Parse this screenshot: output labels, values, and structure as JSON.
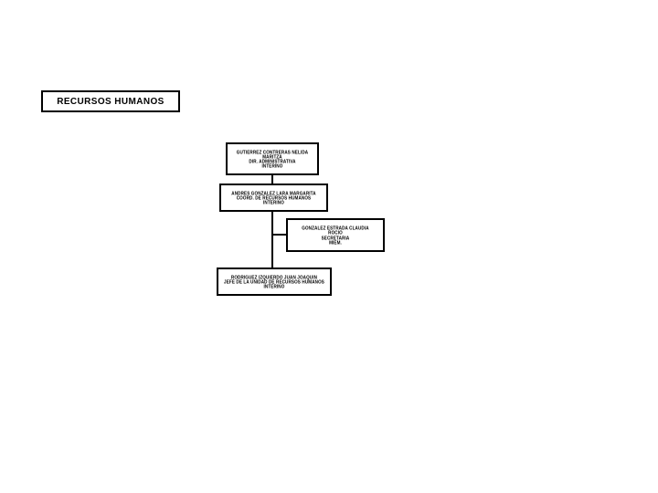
{
  "slide": {
    "title_box": {
      "label": "RECURSOS HUMANOS"
    }
  },
  "chart_data": {
    "type": "diagram",
    "diagram_kind": "organizational-chart",
    "title": "RECURSOS HUMANOS",
    "language": "es",
    "nodes": [
      {
        "id": "direccion",
        "lines": [
          "GUTIERREZ CONTRERAS NELIDA",
          "MARITZA",
          "DIR. ADMINISTRATIVA",
          "INTERINO"
        ]
      },
      {
        "id": "coordinacion",
        "lines": [
          "ANDRES GONZALEZ LARA MARGARITA",
          "COORD. DE RECURSOS HUMANOS",
          "INTERINO"
        ]
      },
      {
        "id": "secretaria",
        "lines": [
          "GONZALEZ ESTRADA CLAUDIA",
          "ROCIO",
          "SECRETARIA",
          "MIEM."
        ]
      },
      {
        "id": "jefatura",
        "lines": [
          "RODRIGUEZ IZQUIERDO JUAN JOAQUIN",
          "JEFE DE LA UNIDAD DE RECURSOS HUMANOS",
          "INTERINO"
        ]
      }
    ],
    "edges": [
      {
        "from": "direccion",
        "to": "coordinacion",
        "style": "vertical"
      },
      {
        "from": "coordinacion",
        "to": "jefatura",
        "style": "vertical"
      },
      {
        "from": "coordinacion",
        "to": "secretaria",
        "style": "elbow-right"
      }
    ],
    "colors": {
      "background": "#ffffff",
      "border": "#000000",
      "text": "#000000"
    }
  }
}
